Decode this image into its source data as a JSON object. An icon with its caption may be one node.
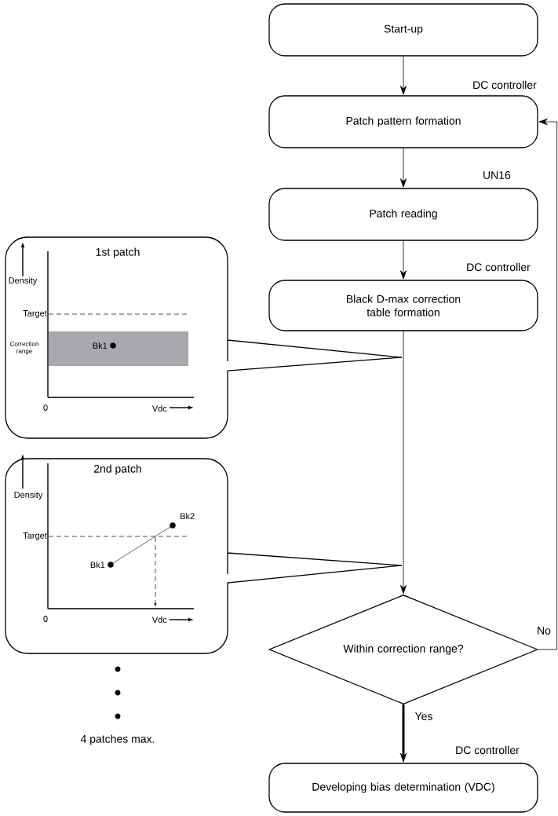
{
  "diagram": {
    "nodes": [
      {
        "text": [
          "Start-up"
        ]
      },
      {
        "text": [
          "Patch pattern formation"
        ],
        "beside": [
          "DC controller"
        ]
      },
      {
        "text": [
          "Patch reading"
        ],
        "beside": [
          "UN16"
        ]
      },
      {
        "text": [
          "Black D-max correction table formation"
        ],
        "beside": [
          "DC controller"
        ]
      },
      {
        "text": [
          "Within correction range?"
        ]
      },
      {
        "text": [
          "Developing bias determination (VDC)"
        ],
        "beside": [
          "DC controller"
        ]
      },
      {
        "text": [
          "1st patch"
        ]
      },
      {
        "text": [
          "2nd patch"
        ]
      }
    ],
    "edges": [
      {
        "from": 0,
        "to": 1,
        "arrow": "to"
      },
      {
        "from": 1,
        "to": 2,
        "arrow": "to"
      },
      {
        "from": 2,
        "to": 3,
        "arrow": "to"
      },
      {
        "from": 3,
        "to": 4,
        "arrow": "to"
      },
      {
        "from": 4,
        "to": 5,
        "arrow": "to",
        "label": "Yes",
        "style": "thick"
      },
      {
        "from": 4,
        "to": 1,
        "arrow": "to",
        "label": "No"
      }
    ],
    "labels": [
      "Density",
      "Target",
      "Correction range",
      "Bk1",
      "0",
      "Vdc",
      "Density",
      "Bk2",
      "Target",
      "Bk1",
      "0",
      "Vdc",
      "4 patches max."
    ]
  }
}
